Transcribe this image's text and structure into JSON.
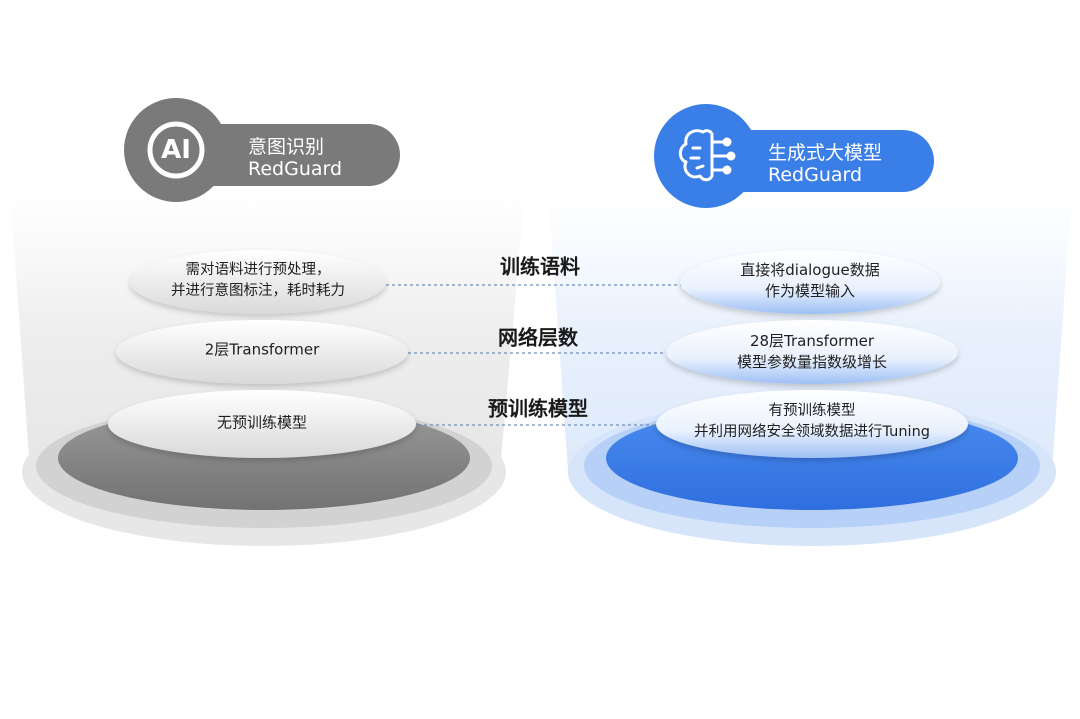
{
  "left": {
    "badge_icon_text": "AI",
    "badge_title": "意图识别",
    "badge_subtitle": "RedGuard",
    "layers": [
      "需对语料进行预处理，\n并进行意图标注，耗时耗力",
      "2层Transformer",
      "无预训练模型"
    ]
  },
  "right": {
    "badge_icon": "brain-circuit-icon",
    "badge_title": "生成式大模型",
    "badge_subtitle": "RedGuard",
    "layers": [
      "直接将dialogue数据\n作为模型输入",
      "28层Transformer\n模型参数量指数级增长",
      "有预训练模型\n并利用网络安全领域数据进行Tuning"
    ]
  },
  "criteria": [
    "训练语料",
    "网络层数",
    "预训练模型"
  ],
  "colors": {
    "left_accent": "#808080",
    "right_accent": "#3a7ee8"
  }
}
